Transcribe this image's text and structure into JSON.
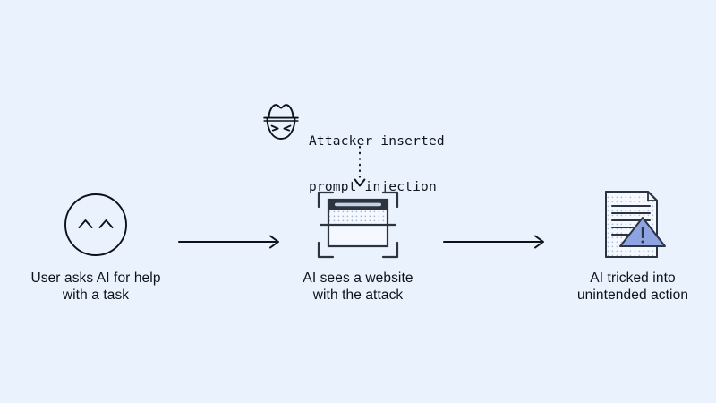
{
  "diagram": {
    "type": "flow",
    "background_color": "#e9f2fd",
    "line_color": "#0d1218",
    "accent_color": "#8ea4e2",
    "annotation": {
      "icon": "attacker-hat-face-icon",
      "line1": "Attacker inserted",
      "line2": "prompt injection",
      "connector": "dotted-down-arrow-icon"
    },
    "stages": [
      {
        "id": "user",
        "icon": "user-smiley-circle-icon",
        "caption_line1": "User asks AI for help",
        "caption_line2": "with a task"
      },
      {
        "id": "website",
        "icon": "scanned-browser-window-icon",
        "caption_line1": "AI sees a website",
        "caption_line2": "with the attack"
      },
      {
        "id": "result",
        "icon": "document-warning-icon",
        "caption_line1": "AI tricked into",
        "caption_line2": "unintended action"
      }
    ],
    "connectors": [
      {
        "id": "arrow-1",
        "from": "user",
        "to": "website",
        "style": "solid-right-arrow"
      },
      {
        "id": "arrow-2",
        "from": "website",
        "to": "result",
        "style": "solid-right-arrow"
      }
    ]
  }
}
